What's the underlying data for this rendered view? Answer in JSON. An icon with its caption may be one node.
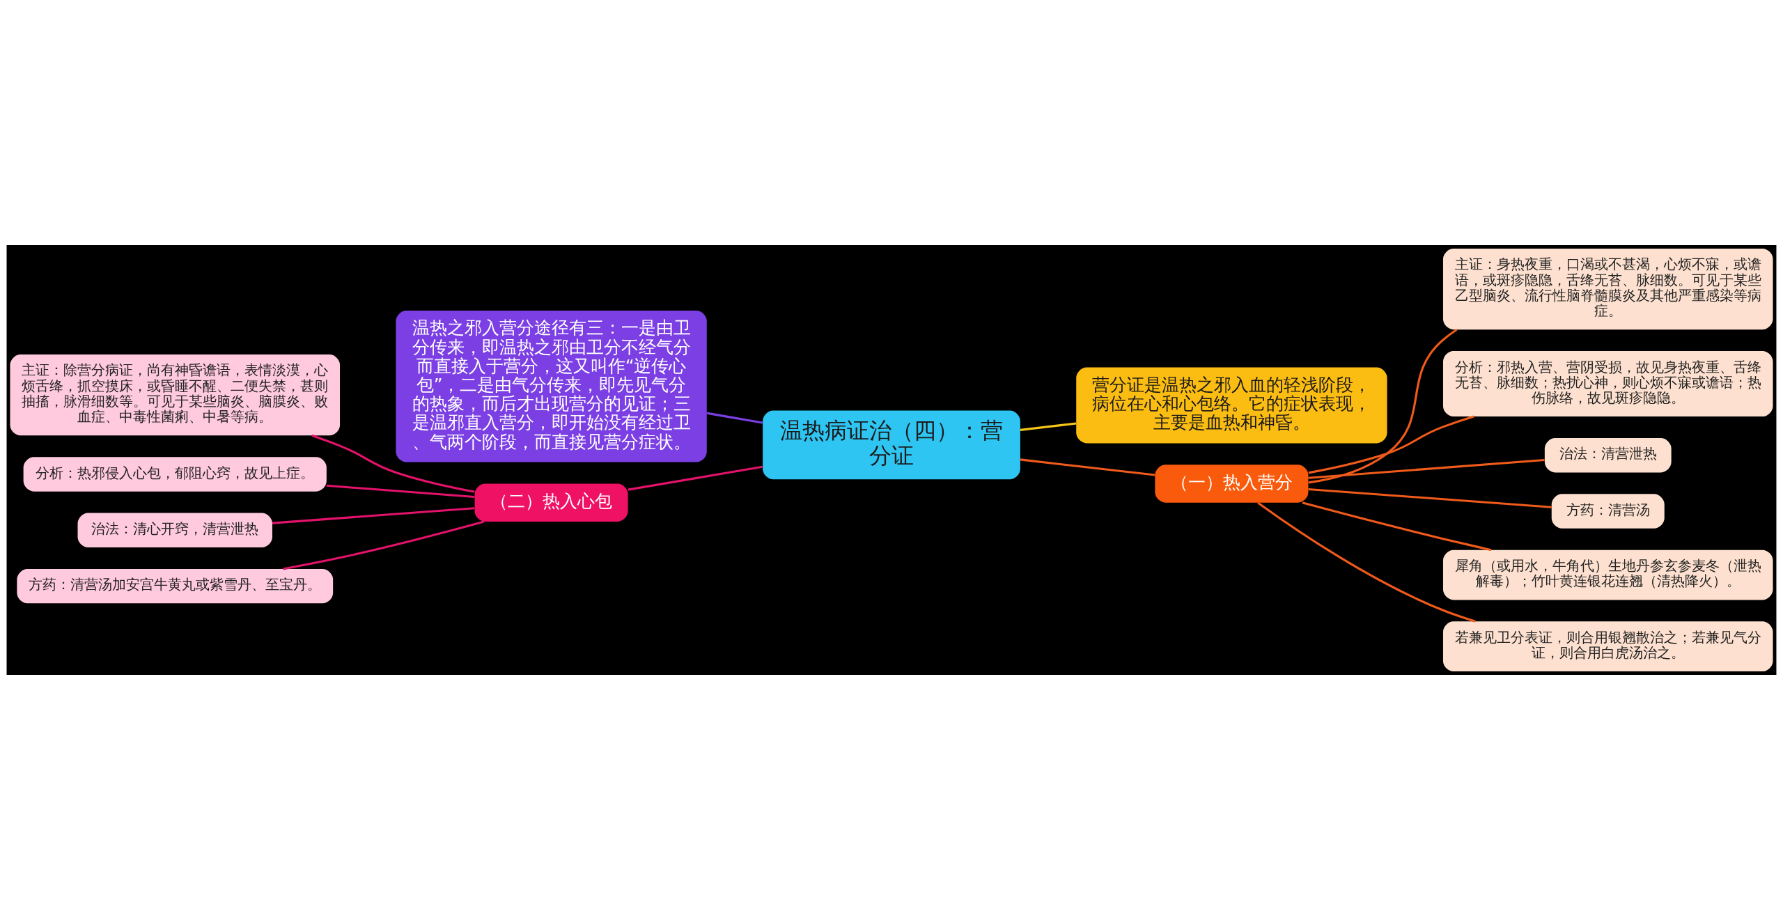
{
  "diagram": {
    "nodes": [
      {
        "text": [
          "温热病证治（四）：营分证"
        ]
      },
      {
        "text": [
          "温热之邪入营分途径有三：一是由卫分传来，即温热之邪由卫分不经气分而直接入于营分，这又叫作“逆传心包”，二是由气分传来，即先见气分的热象，而后才出现营分的见证；三是温邪直入营分，即开始没有经过卫、气两个阶段，而直接见营分症状。"
        ]
      },
      {
        "text": [
          "营分证是温热之邪入血的轻浅阶段，病位在心和心包络。它的症状表现，主要是血热和神昏。"
        ]
      },
      {
        "text": [
          "（二）热入心包"
        ]
      },
      {
        "text": [
          "主证：除营分病证，尚有神昏谵语，表情淡漠，心烦舌绛，抓空摸床，或昏睡不醒、二便失禁，甚则抽搐，脉滑细数等。可见于某些脑炎、脑膜炎、败血症、中毒性菌痢、中暑等病。"
        ]
      },
      {
        "text": [
          "分析：热邪侵入心包，郁阻心窍，故见上症。"
        ]
      },
      {
        "text": [
          "治法：清心开窍，清营泄热"
        ]
      },
      {
        "text": [
          "方药：清营汤加安宫牛黄丸或紫雪丹、至宝丹。"
        ]
      },
      {
        "text": [
          "（一）热入营分"
        ]
      },
      {
        "text": [
          "主证：身热夜重，口渴或不甚渴，心烦不寐，或谵语，或斑疹隐隐，舌绛无苔、脉细数。可见于某些乙型脑炎、流行性脑脊髓膜炎及其他严重感染等病症。"
        ]
      },
      {
        "text": [
          "分析：邪热入营、营阴受损，故见身热夜重、舌绛无苔、脉细数；热扰心神，则心烦不寐或谵语；热伤脉络，故见斑疹隐隐。"
        ]
      },
      {
        "text": [
          "治法：清营泄热"
        ]
      },
      {
        "text": [
          "方药：清营汤"
        ]
      },
      {
        "text": [
          "犀角（或用水，牛角代）生地丹参玄参麦冬（泄热解毒）；竹叶黄连银花连翘（清热降火）。"
        ]
      },
      {
        "text": [
          "若兼见卫分表证，则合用银翘散治之；若兼见气分证，则合用白虎汤治之。"
        ]
      }
    ],
    "edges": [
      {
        "from": 0,
        "to": 1,
        "arrow": "none",
        "color": "#7b3fe4"
      },
      {
        "from": 0,
        "to": 2,
        "arrow": "none",
        "color": "#f5c518"
      },
      {
        "from": 0,
        "to": 3,
        "arrow": "none",
        "color": "#e3126a"
      },
      {
        "from": 3,
        "to": 4,
        "arrow": "none",
        "color": "#e3126a"
      },
      {
        "from": 3,
        "to": 5,
        "arrow": "none",
        "color": "#e3126a"
      },
      {
        "from": 3,
        "to": 6,
        "arrow": "none",
        "color": "#e3126a"
      },
      {
        "from": 3,
        "to": 7,
        "arrow": "none",
        "color": "#e3126a"
      },
      {
        "from": 0,
        "to": 8,
        "arrow": "none",
        "color": "#f05a1a"
      },
      {
        "from": 8,
        "to": 9,
        "arrow": "none",
        "color": "#f05a1a"
      },
      {
        "from": 8,
        "to": 10,
        "arrow": "none",
        "color": "#f05a1a"
      },
      {
        "from": 8,
        "to": 11,
        "arrow": "none",
        "color": "#f05a1a"
      },
      {
        "from": 8,
        "to": 12,
        "arrow": "none",
        "color": "#f05a1a"
      },
      {
        "from": 8,
        "to": 13,
        "arrow": "none",
        "color": "#f05a1a"
      },
      {
        "from": 8,
        "to": 14,
        "arrow": "none",
        "color": "#f05a1a"
      }
    ]
  }
}
